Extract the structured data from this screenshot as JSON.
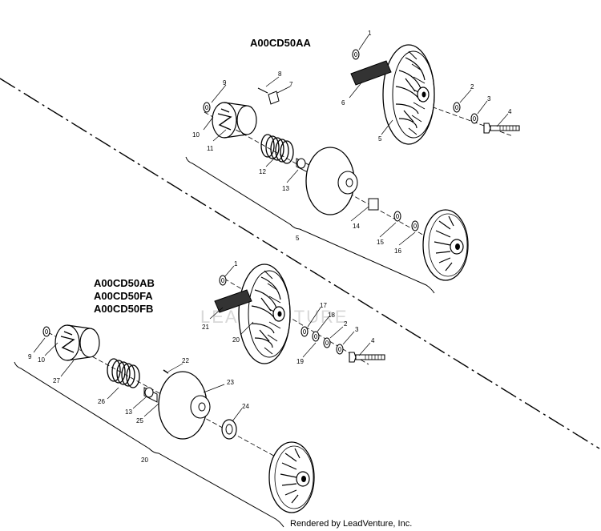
{
  "assembly_titles": [
    "A00CD50AA",
    "A00CD50AB",
    "A00CD50FA",
    "A00CD50FB"
  ],
  "callouts_top": [
    "1",
    "2",
    "3",
    "4",
    "5",
    "6",
    "7",
    "8",
    "9",
    "10",
    "11",
    "12",
    "13",
    "5",
    "14",
    "15",
    "16"
  ],
  "callouts_bottom": [
    "1",
    "21",
    "20",
    "17",
    "18",
    "19",
    "2",
    "3",
    "4",
    "9",
    "10",
    "27",
    "22",
    "23",
    "26",
    "13",
    "25",
    "24",
    "20"
  ],
  "watermark": "LEADVENTURE",
  "footer": "Rendered by LeadVenture, Inc."
}
